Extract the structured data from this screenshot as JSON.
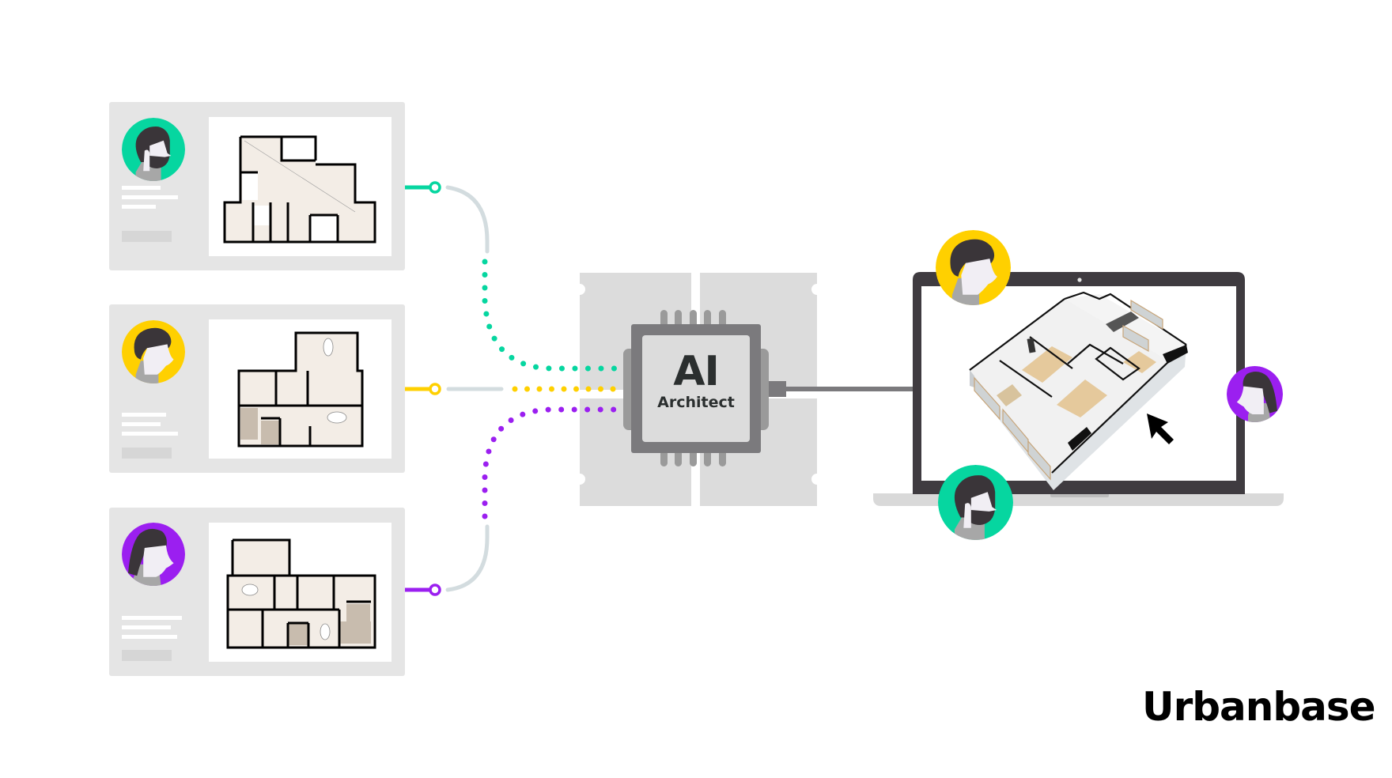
{
  "colors": {
    "green": "#06d6a0",
    "yellow": "#ffd000",
    "purple": "#9b1ff0",
    "card_bg": "#e5e5e5",
    "chip_dark": "#7b7a7d",
    "chip_light": "#dcdcdc",
    "laptop_frame": "#3f3b40",
    "connector_gray": "#d3dcdf"
  },
  "chip": {
    "title": "AI",
    "subtitle": "Architect",
    "icon": "cpu-chip-icon"
  },
  "input_cards": [
    {
      "avatar_color": "green",
      "avatar_icon": "bearded-man-avatar-icon",
      "plan_icon": "floor-plan-icon"
    },
    {
      "avatar_color": "yellow",
      "avatar_icon": "man-avatar-icon",
      "plan_icon": "floor-plan-icon"
    },
    {
      "avatar_color": "purple",
      "avatar_icon": "woman-avatar-icon",
      "plan_icon": "floor-plan-icon"
    }
  ],
  "output": {
    "device_icon": "laptop-icon",
    "model_icon": "3d-floor-plan-icon",
    "cursor_icon": "mouse-cursor-icon",
    "collaborators": [
      "yellow",
      "purple",
      "green"
    ]
  },
  "brand": {
    "logo_text": "Urbanbase"
  }
}
